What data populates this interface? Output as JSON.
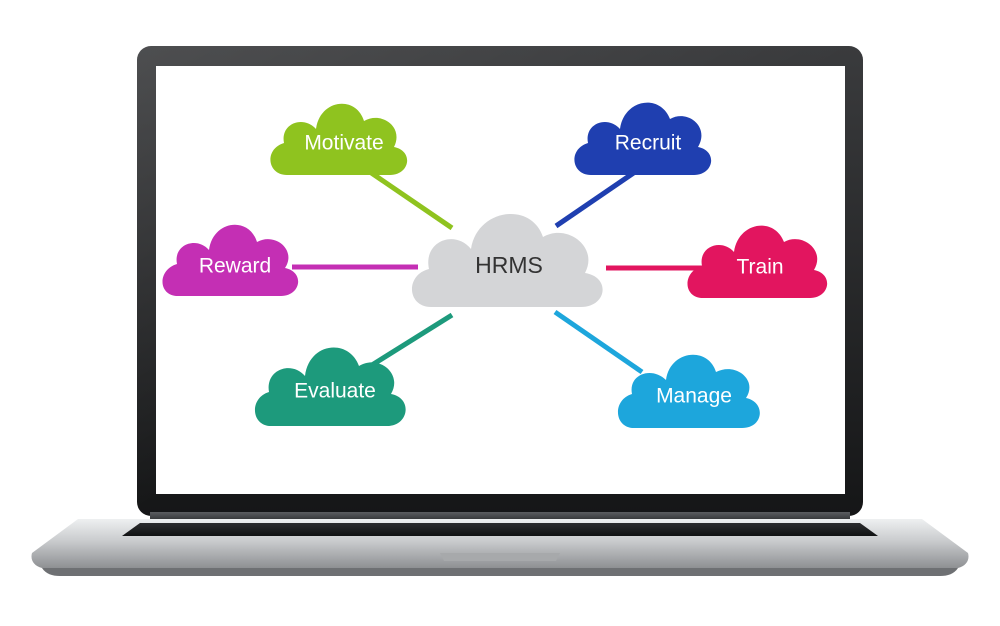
{
  "diagram": {
    "hub": {
      "label": "HRMS",
      "color": "#d4d5d7"
    },
    "nodes": [
      {
        "id": "motivate",
        "label": "Motivate",
        "color": "#8fc31f"
      },
      {
        "id": "recruit",
        "label": "Recruit",
        "color": "#1f3fb0"
      },
      {
        "id": "reward",
        "label": "Reward",
        "color": "#c42fb4"
      },
      {
        "id": "train",
        "label": "Train",
        "color": "#e2155f"
      },
      {
        "id": "evaluate",
        "label": "Evaluate",
        "color": "#1d9a7c"
      },
      {
        "id": "manage",
        "label": "Manage",
        "color": "#1da6dc"
      }
    ]
  }
}
